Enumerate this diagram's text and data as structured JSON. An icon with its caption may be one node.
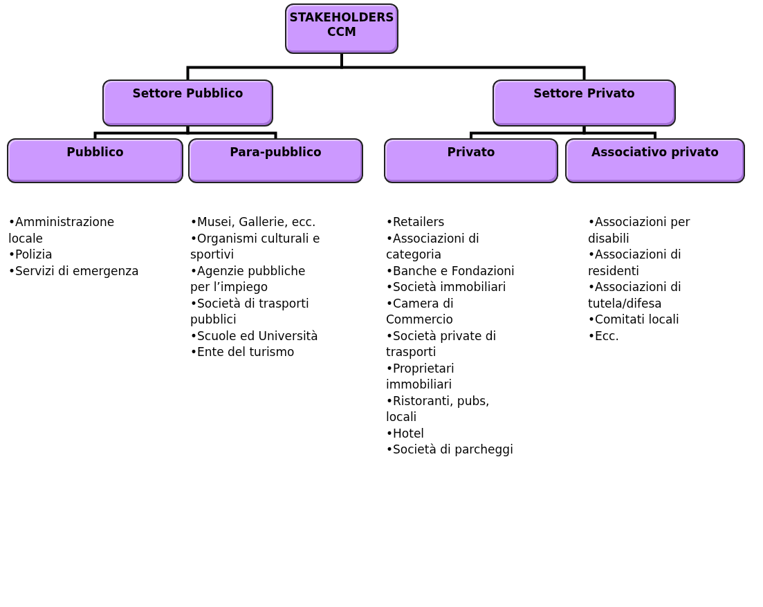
{
  "diagram": {
    "nodes": [
      {
        "text": [
          "STAKEHOLDERS CCM"
        ]
      },
      {
        "text": [
          "Settore Pubblico"
        ]
      },
      {
        "text": [
          "Settore Privato"
        ]
      },
      {
        "text": [
          "Pubblico"
        ],
        "beside": [
          "•Amministrazione locale",
          "•Polizia",
          "•Servizi di emergenza"
        ]
      },
      {
        "text": [
          "Para-pubblico"
        ],
        "beside": [
          "•Musei, Gallerie, ecc.",
          "•Organismi culturali e sportivi",
          "•Agenzie pubbliche per l’impiego",
          "•Società di trasporti pubblici",
          "•Scuole ed Università",
          "•Ente del turismo"
        ]
      },
      {
        "text": [
          "Privato"
        ],
        "beside": [
          "•Retailers",
          "•Associazioni di categoria",
          "•Banche e Fondazioni",
          "•Società immobiliari",
          "•Camera di Commercio",
          "•Società private di trasporti",
          "•Proprietari immobiliari",
          "•Ristoranti, pubs, locali",
          "•Hotel",
          "•Società di parcheggi"
        ]
      },
      {
        "text": [
          "Associativo privato"
        ],
        "beside": [
          "•Associazioni per disabili",
          "•Associazioni di residenti",
          "•Associazioni di tutela/difesa",
          "•Comitati locali",
          "•Ecc."
        ]
      }
    ],
    "edges": [
      {
        "from": 0,
        "to": 1,
        "arrow": "none"
      },
      {
        "from": 0,
        "to": 2,
        "arrow": "none"
      },
      {
        "from": 1,
        "to": 3,
        "arrow": "none"
      },
      {
        "from": 1,
        "to": 4,
        "arrow": "none"
      },
      {
        "from": 2,
        "to": 5,
        "arrow": "none"
      },
      {
        "from": 2,
        "to": 6,
        "arrow": "none"
      }
    ]
  }
}
